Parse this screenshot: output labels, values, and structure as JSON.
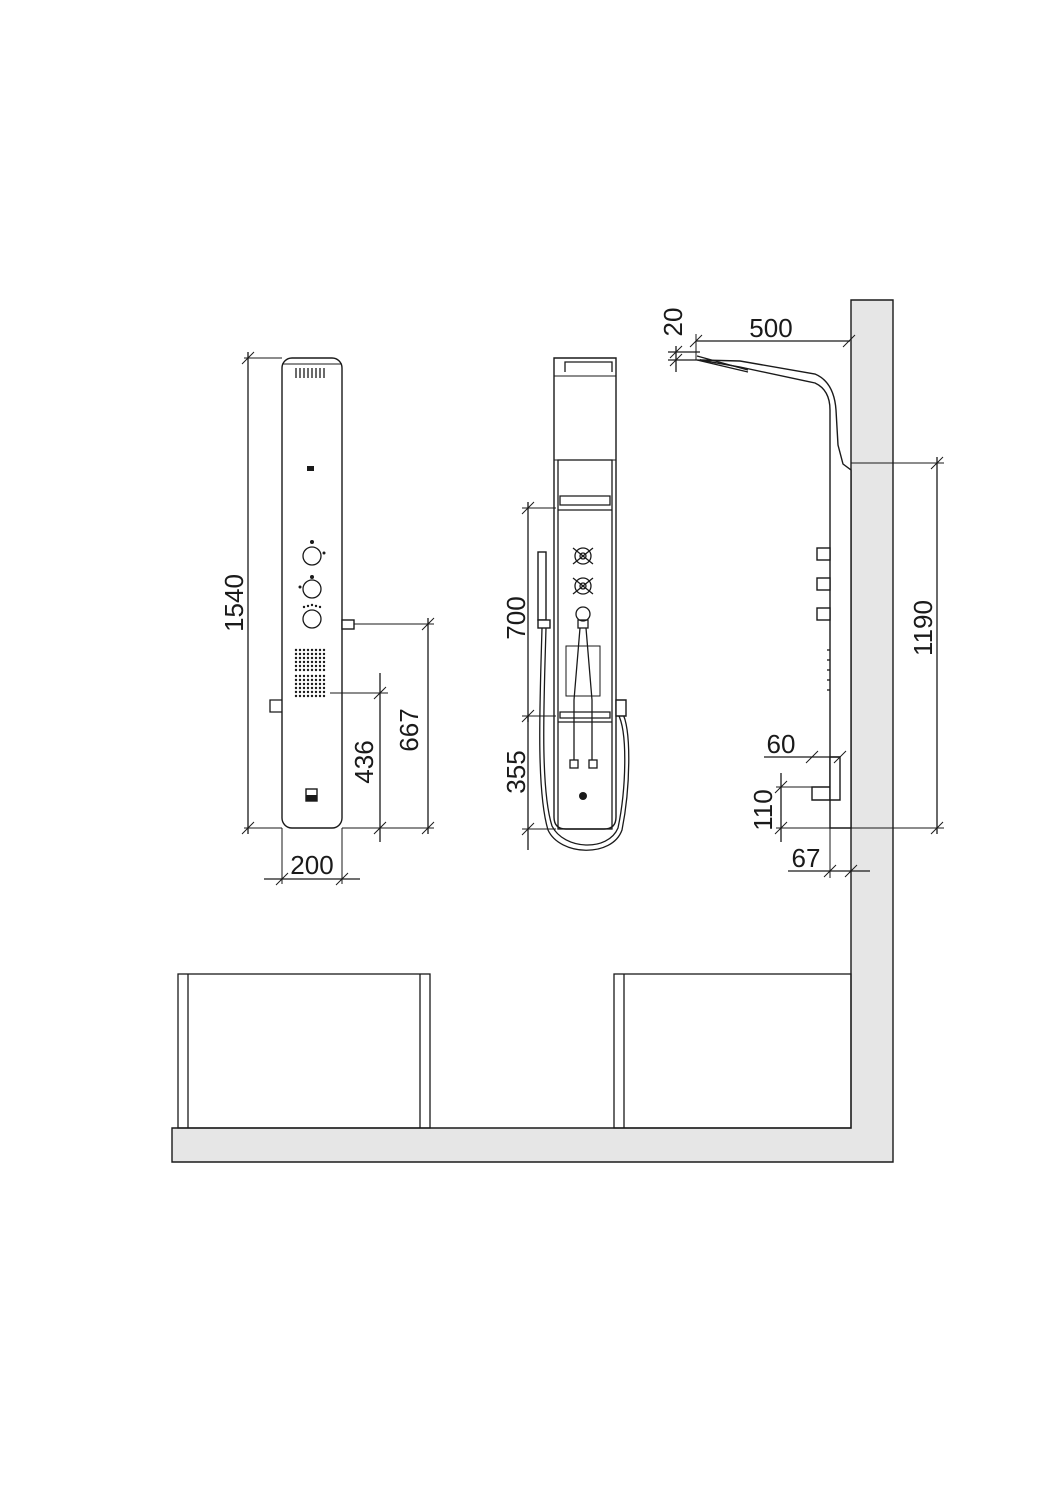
{
  "dimensions": {
    "front": {
      "total_height": "1540",
      "width": "200",
      "outlet_height": "667",
      "body_jet_height": "436"
    },
    "back": {
      "upper_span": "700",
      "lower_span": "355"
    },
    "side": {
      "head_drop": "20",
      "arm_projection": "500",
      "wall_span": "1190",
      "spout_projection": "60",
      "spout_height": "110",
      "panel_depth": "67"
    }
  },
  "colors": {
    "line": "#1a1a1a",
    "wall_fill": "#e6e6e6",
    "background": "#ffffff"
  }
}
